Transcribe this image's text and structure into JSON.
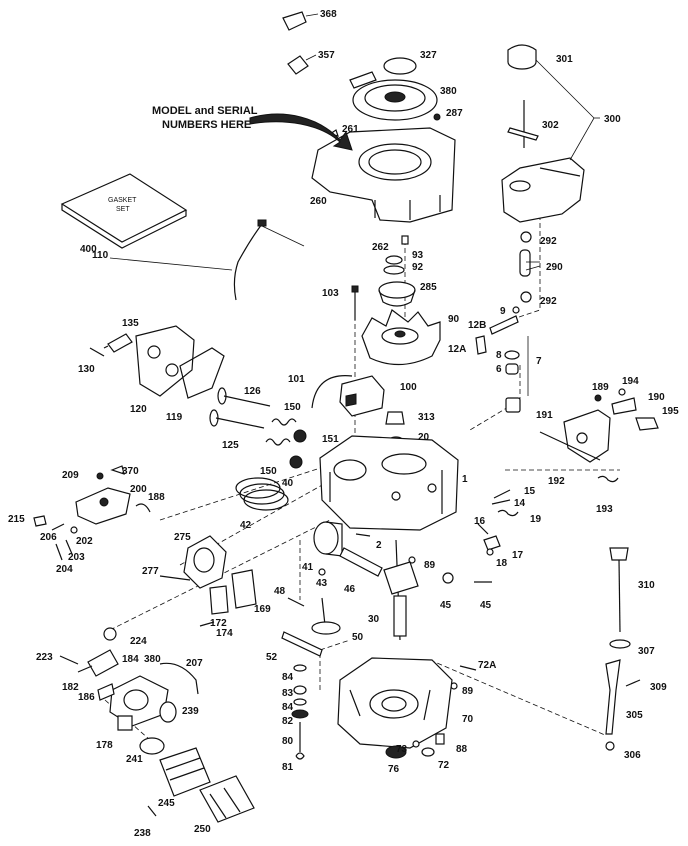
{
  "note": {
    "line1": "MODEL and SERIAL",
    "line2": "NUMBERS HERE"
  },
  "gasket_set_text": {
    "line1": "GASKET",
    "line2": "SET"
  },
  "parts": [
    {
      "id": "368",
      "label": "368"
    },
    {
      "id": "357",
      "label": "357"
    },
    {
      "id": "327",
      "label": "327"
    },
    {
      "id": "380a",
      "label": "380"
    },
    {
      "id": "287",
      "label": "287"
    },
    {
      "id": "261",
      "label": "261"
    },
    {
      "id": "260",
      "label": "260"
    },
    {
      "id": "301",
      "label": "301"
    },
    {
      "id": "300",
      "label": "300"
    },
    {
      "id": "302",
      "label": "302"
    },
    {
      "id": "400",
      "label": "400"
    },
    {
      "id": "110",
      "label": "110"
    },
    {
      "id": "262",
      "label": "262"
    },
    {
      "id": "93",
      "label": "93"
    },
    {
      "id": "92",
      "label": "92"
    },
    {
      "id": "292a",
      "label": "292"
    },
    {
      "id": "290",
      "label": "290"
    },
    {
      "id": "292b",
      "label": "292"
    },
    {
      "id": "103",
      "label": "103"
    },
    {
      "id": "285",
      "label": "285"
    },
    {
      "id": "90",
      "label": "90"
    },
    {
      "id": "9",
      "label": "9"
    },
    {
      "id": "12B",
      "label": "12B"
    },
    {
      "id": "12A",
      "label": "12A"
    },
    {
      "id": "8",
      "label": "8"
    },
    {
      "id": "7",
      "label": "7"
    },
    {
      "id": "6",
      "label": "6"
    },
    {
      "id": "135",
      "label": "135"
    },
    {
      "id": "130",
      "label": "130"
    },
    {
      "id": "120",
      "label": "120"
    },
    {
      "id": "119",
      "label": "119"
    },
    {
      "id": "101",
      "label": "101"
    },
    {
      "id": "100",
      "label": "100"
    },
    {
      "id": "126",
      "label": "126"
    },
    {
      "id": "150a",
      "label": "150"
    },
    {
      "id": "313",
      "label": "313"
    },
    {
      "id": "189",
      "label": "189"
    },
    {
      "id": "194",
      "label": "194"
    },
    {
      "id": "190",
      "label": "190"
    },
    {
      "id": "195",
      "label": "195"
    },
    {
      "id": "191",
      "label": "191"
    },
    {
      "id": "125",
      "label": "125"
    },
    {
      "id": "151",
      "label": "151"
    },
    {
      "id": "20",
      "label": "20"
    },
    {
      "id": "150b",
      "label": "150"
    },
    {
      "id": "40",
      "label": "40"
    },
    {
      "id": "1",
      "label": "1"
    },
    {
      "id": "192",
      "label": "192"
    },
    {
      "id": "209",
      "label": "209"
    },
    {
      "id": "370",
      "label": "370"
    },
    {
      "id": "200",
      "label": "200"
    },
    {
      "id": "188",
      "label": "188"
    },
    {
      "id": "215",
      "label": "215"
    },
    {
      "id": "206",
      "label": "206"
    },
    {
      "id": "202",
      "label": "202"
    },
    {
      "id": "203",
      "label": "203"
    },
    {
      "id": "204",
      "label": "204"
    },
    {
      "id": "42",
      "label": "42"
    },
    {
      "id": "15",
      "label": "15"
    },
    {
      "id": "14",
      "label": "14"
    },
    {
      "id": "193",
      "label": "193"
    },
    {
      "id": "19",
      "label": "19"
    },
    {
      "id": "16",
      "label": "16"
    },
    {
      "id": "275",
      "label": "275"
    },
    {
      "id": "2",
      "label": "2"
    },
    {
      "id": "17",
      "label": "17"
    },
    {
      "id": "18",
      "label": "18"
    },
    {
      "id": "89a",
      "label": "89"
    },
    {
      "id": "41",
      "label": "41"
    },
    {
      "id": "277",
      "label": "277"
    },
    {
      "id": "43",
      "label": "43"
    },
    {
      "id": "46",
      "label": "46"
    },
    {
      "id": "310",
      "label": "310"
    },
    {
      "id": "48",
      "label": "48"
    },
    {
      "id": "169",
      "label": "169"
    },
    {
      "id": "45a",
      "label": "45"
    },
    {
      "id": "45b",
      "label": "45"
    },
    {
      "id": "30",
      "label": "30"
    },
    {
      "id": "172",
      "label": "172"
    },
    {
      "id": "174",
      "label": "174"
    },
    {
      "id": "50",
      "label": "50"
    },
    {
      "id": "224",
      "label": "224"
    },
    {
      "id": "223",
      "label": "223"
    },
    {
      "id": "52",
      "label": "52"
    },
    {
      "id": "307",
      "label": "307"
    },
    {
      "id": "380b",
      "label": "380"
    },
    {
      "id": "184",
      "label": "184"
    },
    {
      "id": "207",
      "label": "207"
    },
    {
      "id": "72A",
      "label": "72A"
    },
    {
      "id": "182",
      "label": "182"
    },
    {
      "id": "84a",
      "label": "84"
    },
    {
      "id": "89b",
      "label": "89"
    },
    {
      "id": "309",
      "label": "309"
    },
    {
      "id": "186",
      "label": "186"
    },
    {
      "id": "83",
      "label": "83"
    },
    {
      "id": "84b",
      "label": "84"
    },
    {
      "id": "239",
      "label": "239"
    },
    {
      "id": "82",
      "label": "82"
    },
    {
      "id": "70",
      "label": "70"
    },
    {
      "id": "305",
      "label": "305"
    },
    {
      "id": "178",
      "label": "178"
    },
    {
      "id": "80",
      "label": "80"
    },
    {
      "id": "73",
      "label": "73"
    },
    {
      "id": "88",
      "label": "88"
    },
    {
      "id": "306",
      "label": "306"
    },
    {
      "id": "81",
      "label": "81"
    },
    {
      "id": "76",
      "label": "76"
    },
    {
      "id": "72",
      "label": "72"
    },
    {
      "id": "241",
      "label": "241"
    },
    {
      "id": "245",
      "label": "245"
    },
    {
      "id": "250",
      "label": "250"
    },
    {
      "id": "238",
      "label": "238"
    }
  ]
}
